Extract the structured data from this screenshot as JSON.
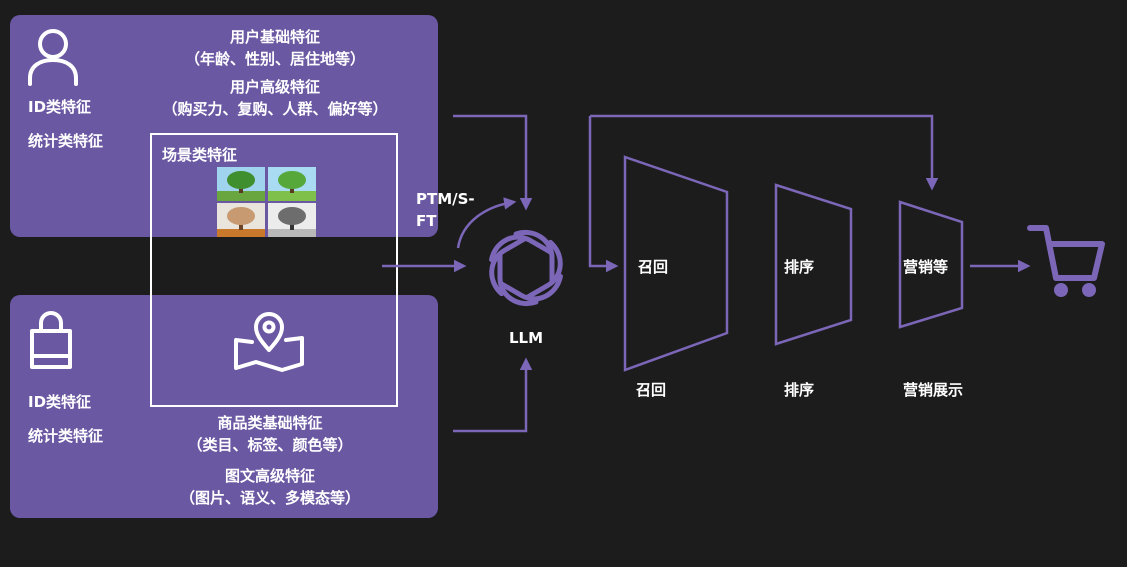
{
  "user_panel": {
    "basic_title": "用户基础特征",
    "basic_detail": "（年龄、性别、居住地等）",
    "advanced_title": "用户高级特征",
    "advanced_detail": "（购买力、复购、人群、偏好等）",
    "id_features": "ID类特征",
    "stat_features": "统计类特征",
    "icon": "user-icon"
  },
  "scene": {
    "title": "场景类特征",
    "icon": "map-pin-icon",
    "images": [
      "tree-summer",
      "tree-spring",
      "tree-autumn",
      "tree-winter"
    ]
  },
  "item_panel": {
    "id_features": "ID类特征",
    "stat_features": "统计类特征",
    "basic_title": "商品类基础特征",
    "basic_detail": "（类目、标签、颜色等）",
    "advanced_title": "图文高级特征",
    "advanced_detail": "（图片、语义、多模态等）",
    "icon": "shopping-bag-icon"
  },
  "llm": {
    "label": "LLM",
    "training_label_1": "PTM/S-",
    "training_label_2": "FT",
    "icon": "openai-logo-icon"
  },
  "stages": [
    {
      "inner": "召回",
      "outer": "召回"
    },
    {
      "inner": "排序",
      "outer": "排序"
    },
    {
      "inner": "营销等",
      "outer": "营销展示"
    }
  ],
  "cart_icon": "shopping-cart-icon",
  "colors": {
    "panel": "#6b58a3",
    "line": "#7b66b8",
    "background": "#1c1c1c",
    "text": "#ffffff"
  }
}
